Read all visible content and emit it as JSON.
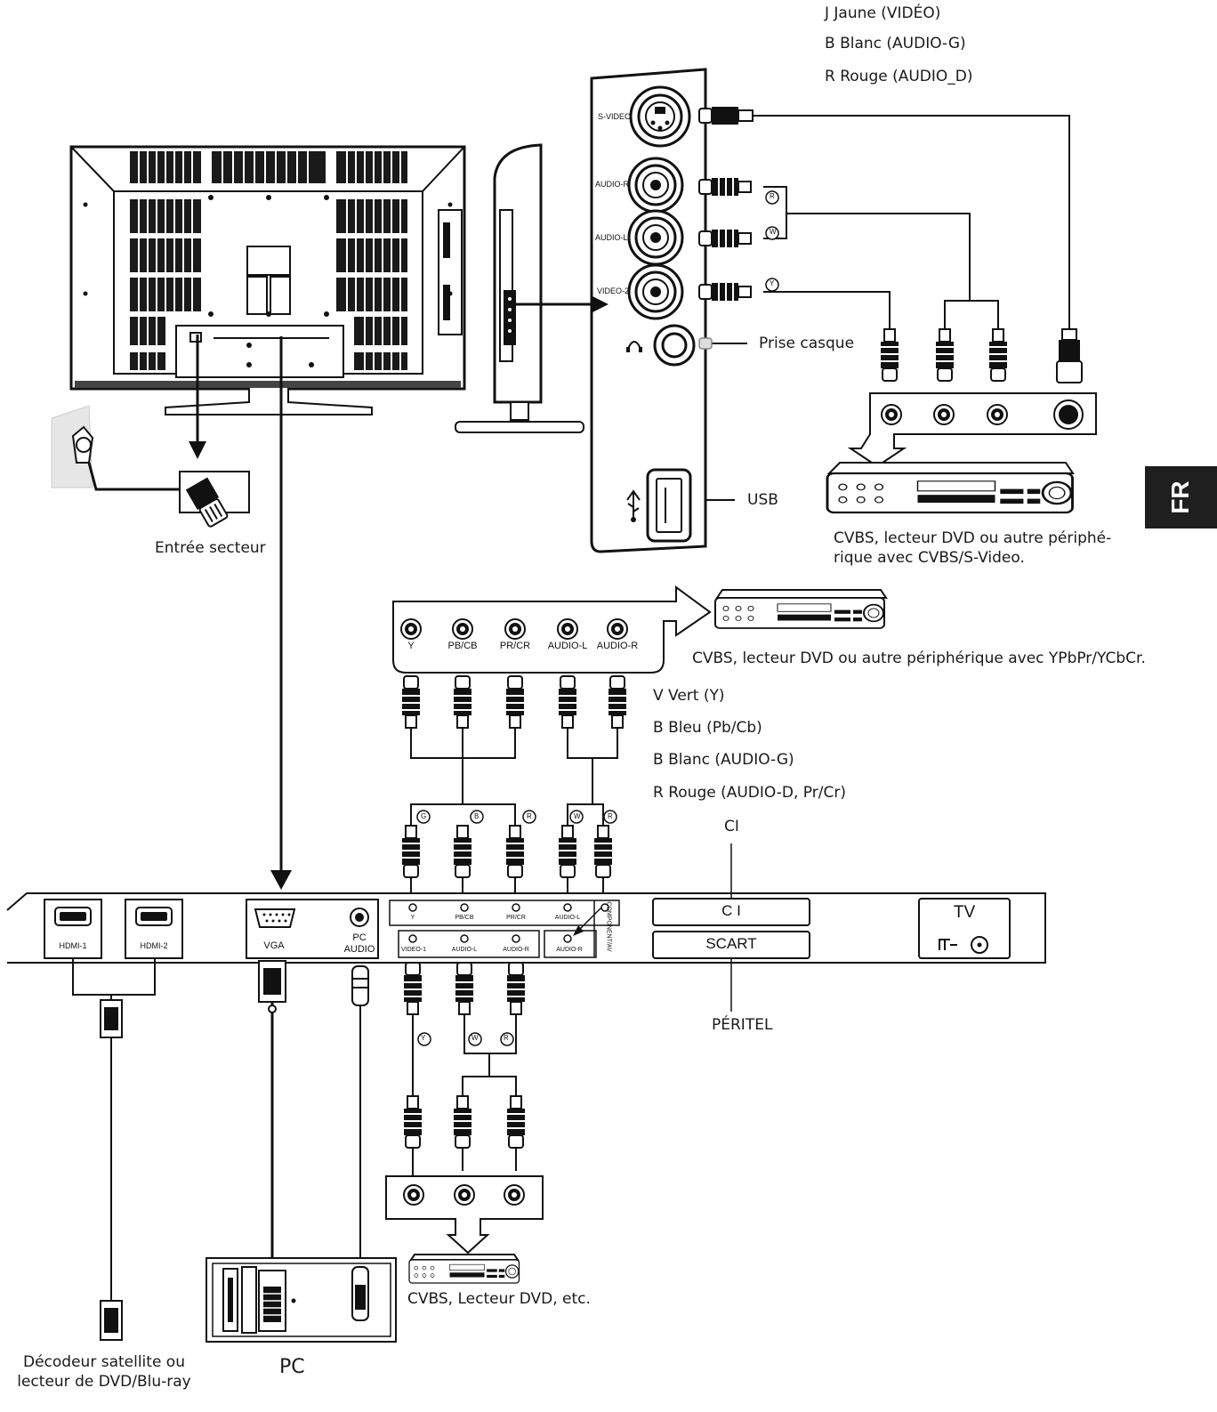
{
  "colors": {
    "line": "#111111",
    "fill": "#ffffff",
    "tab": "#1f1f1f",
    "grille": "#1a1a1a",
    "wall": "#e6e6e6"
  },
  "labels": {
    "color_key_1": [
      "J Jaune (VIDÉO)",
      "B Blanc (AUDIO-G)",
      "R Rouge (AUDIO_D)"
    ],
    "headphone": "Prise casque",
    "usb": "USB",
    "power_input": "Entrée secteur",
    "cvbs_svideo_device": "CVBS, lecteur DVD ou autre périphé-rique avec CVBS/S-Video.",
    "ypbpr_device": "CVBS, lecteur DVD ou autre périphérique avec YPbPr/YCbCr.",
    "color_key_2": [
      "V Vert (Y)",
      "B Bleu (Pb/Cb)",
      "B Blanc (AUDIO-G)",
      "R Rouge (AUDIO-D, Pr/Cr)"
    ],
    "ci_callout": "CI",
    "scart_callout": "PÉRITEL",
    "cvbs_dvd": "CVBS, Lecteur DVD, etc.",
    "satellite": "Décodeur satellite ou lecteur de DVD/Blu-ray",
    "pc": "PC",
    "language_tab": "FR"
  },
  "side_panel_ports": {
    "svideo": "S-VIDEO",
    "audio_r": "AUDIO-R",
    "audio_l": "AUDIO-L",
    "video2": "VIDEO-2"
  },
  "plug_tags": {
    "r": "R",
    "w": "W",
    "y": "Y",
    "g": "G",
    "b": "B"
  },
  "component_jacks": [
    "Y",
    "PB/CB",
    "PR/CR",
    "AUDIO-L",
    "AUDIO-R"
  ],
  "bottom_panel": {
    "hdmi1": "HDMI-1",
    "hdmi2": "HDMI-2",
    "vga": "VGA",
    "pc_audio": "PC AUDIO",
    "comp_row": [
      "Y",
      "PB/CB",
      "PR/CR",
      "AUDIO-L"
    ],
    "av_row": [
      "VIDEO-1",
      "AUDIO-L",
      "AUDIO-R"
    ],
    "audio_r": "AUDIO-R",
    "component": "COMPONENT/AV",
    "ci": "C I",
    "scart": "SCART",
    "tv": "TV"
  }
}
